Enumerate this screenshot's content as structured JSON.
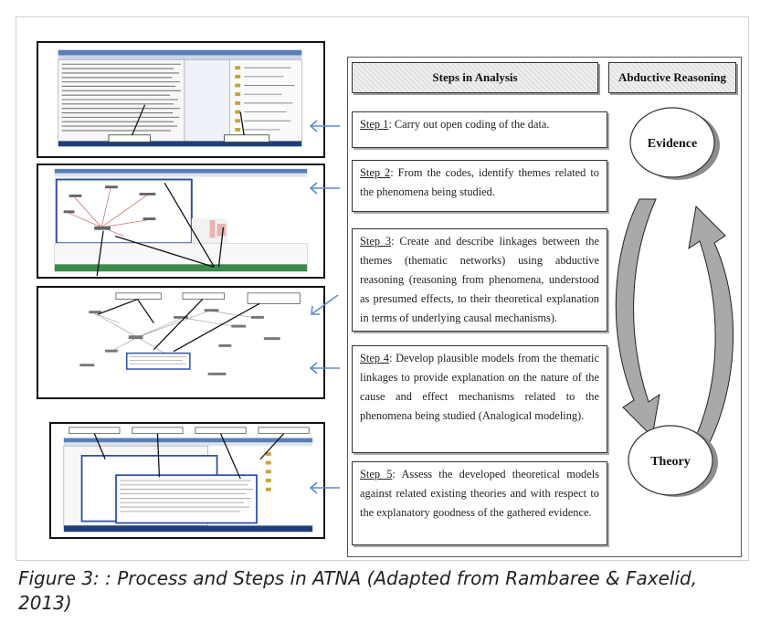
{
  "columns": {
    "steps_header": "Steps in Analysis",
    "reasoning_header": "Abductive Reasoning"
  },
  "steps": [
    {
      "label": "Step 1",
      "text": ": Carry out open coding of the data."
    },
    {
      "label": "Step 2",
      "text": ": From the codes, identify themes related to the phenomena being studied."
    },
    {
      "label": "Step 3",
      "text": ": Create and describe linkages between the themes (thematic networks) using abductive reasoning (reasoning from phenomena, understood as presumed effects, to their theoretical explanation in terms of underlying causal mechanisms)."
    },
    {
      "label": "Step 4",
      "text": ": Develop plausible models from the thematic linkages to provide explanation on the nature of the cause and effect mechanisms related to the phenomena being studied (Analogical modeling)."
    },
    {
      "label": "Step 5",
      "text": ": Assess the developed theoretical models against related existing theories and with respect to the explanatory goodness of the gathered evidence."
    }
  ],
  "cycle": {
    "top": "Evidence",
    "bottom": "Theory"
  },
  "caption": "Figure 3: : Process and Steps in ATNA (Adapted from Rambaree & Faxelid, 2013)",
  "colors": {
    "arrow": "#5b8bd0",
    "border": "#111111"
  }
}
